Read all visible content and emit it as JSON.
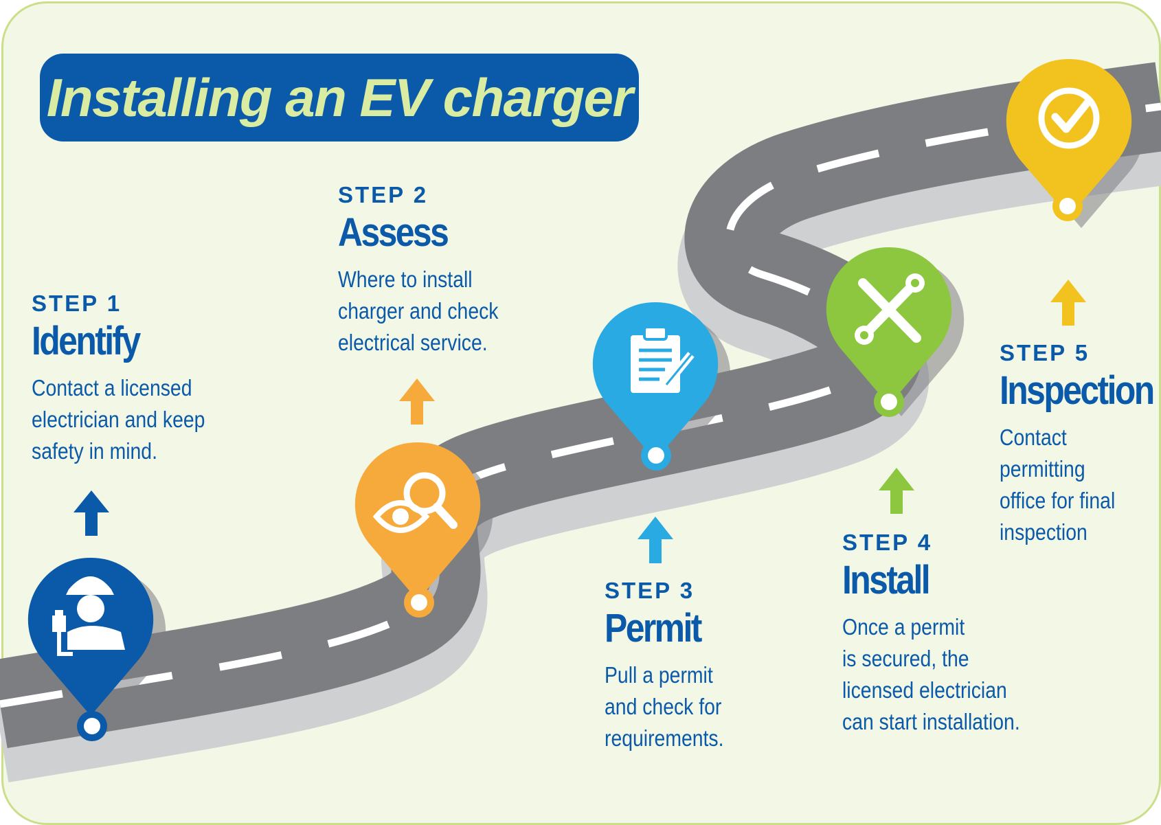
{
  "title": "Installing an EV charger",
  "colors": {
    "background": "#f3f7e6",
    "border": "#c9df8a",
    "title_box": "#0a5aa9",
    "title_text": "#d9eca2",
    "road": "#7d7e82",
    "road_side": "#cfd0d2",
    "text": "#0a5aa9",
    "step1": "#0a5aa9",
    "step2": "#f5aa3b",
    "step3": "#2aaae2",
    "step4": "#8dc63f",
    "step5": "#f2c31f"
  },
  "steps": [
    {
      "label": "STEP 1",
      "name": "Identify",
      "desc": [
        "Contact a licensed",
        "electrician and keep",
        "safety in mind."
      ],
      "icon": "electrician-icon",
      "color": "#0a5aa9"
    },
    {
      "label": "STEP 2",
      "name": "Assess",
      "desc": [
        "Where to install",
        "charger and check",
        "electrical service."
      ],
      "icon": "eye-magnifier-icon",
      "color": "#f5aa3b"
    },
    {
      "label": "STEP 3",
      "name": "Permit",
      "desc": [
        "Pull a permit",
        "and check for",
        "requirements."
      ],
      "icon": "clipboard-icon",
      "color": "#2aaae2"
    },
    {
      "label": "STEP 4",
      "name": "Install",
      "desc": [
        "Once a permit",
        "is secured, the",
        "licensed electrician",
        "can start installation."
      ],
      "icon": "wrench-screwdriver-icon",
      "color": "#8dc63f"
    },
    {
      "label": "STEP 5",
      "name": "Inspection",
      "desc": [
        "Contact",
        "permitting",
        "office for final",
        "inspection"
      ],
      "icon": "checkmark-icon",
      "color": "#f2c31f"
    }
  ]
}
